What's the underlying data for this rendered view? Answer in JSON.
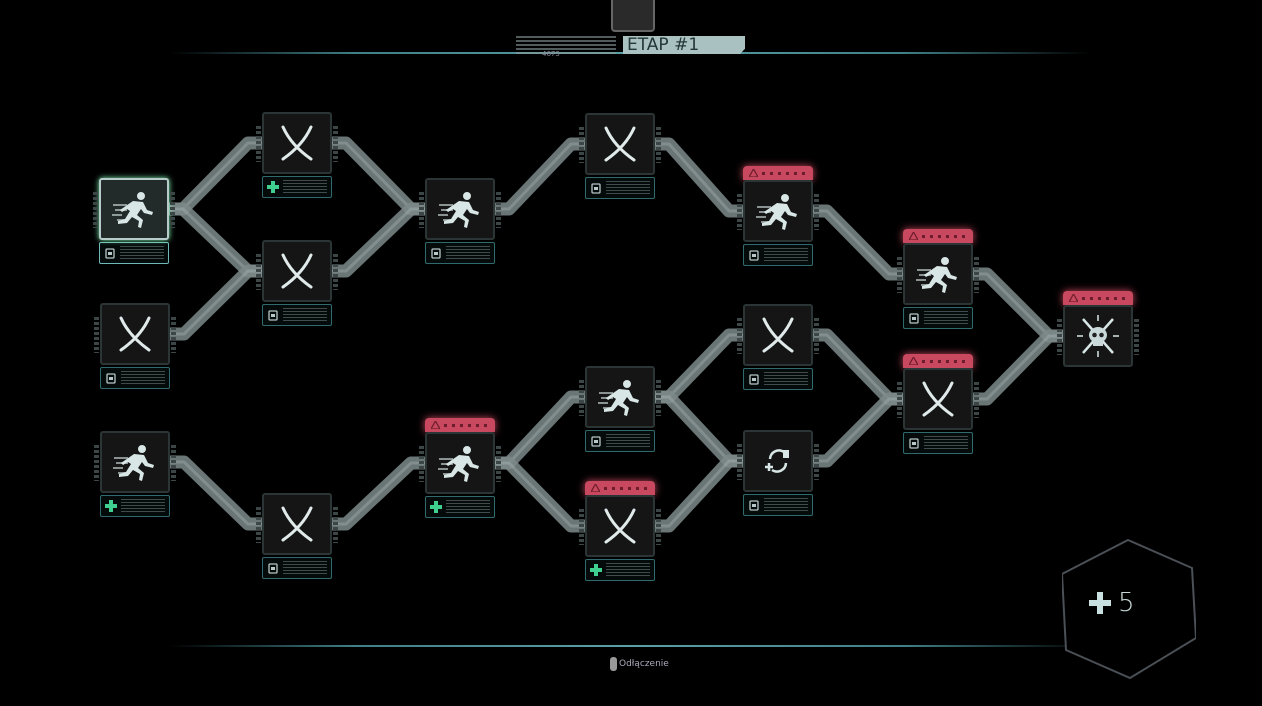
{
  "header": {
    "stage_label": "ETAP #1",
    "counter": "4673"
  },
  "footer": {
    "disconnect_label": "Odłączenie"
  },
  "points": {
    "icon": "plus-icon",
    "value": "5"
  },
  "colors": {
    "danger": "#c8485f",
    "accent": "#5aa1a6",
    "heal": "#3fcf8e"
  },
  "nodes": [
    {
      "id": "n1",
      "type": "run",
      "footer": "lock",
      "warning": false,
      "selected": true
    },
    {
      "id": "n2",
      "type": "swords",
      "footer": "plus",
      "warning": false
    },
    {
      "id": "n3",
      "type": "swords",
      "footer": "lock",
      "warning": false
    },
    {
      "id": "n4",
      "type": "swords",
      "footer": "lock",
      "warning": false
    },
    {
      "id": "n5",
      "type": "run",
      "footer": "plus",
      "warning": false
    },
    {
      "id": "n6",
      "type": "swords",
      "footer": "lock",
      "warning": false
    },
    {
      "id": "n7",
      "type": "run",
      "footer": "lock",
      "warning": false
    },
    {
      "id": "n8",
      "type": "run",
      "footer": "plus",
      "warning": true
    },
    {
      "id": "n9",
      "type": "swords",
      "footer": "lock",
      "warning": false
    },
    {
      "id": "n10",
      "type": "run",
      "footer": "lock",
      "warning": false
    },
    {
      "id": "n11",
      "type": "swords",
      "footer": "plus",
      "warning": true
    },
    {
      "id": "n12",
      "type": "run",
      "footer": "lock",
      "warning": true
    },
    {
      "id": "n13",
      "type": "swords",
      "footer": "lock",
      "warning": false
    },
    {
      "id": "n14",
      "type": "swap",
      "footer": "lock",
      "warning": false
    },
    {
      "id": "n15",
      "type": "run",
      "footer": "lock",
      "warning": true
    },
    {
      "id": "n16",
      "type": "swords",
      "footer": "lock",
      "warning": true
    },
    {
      "id": "n17",
      "type": "skull",
      "footer": "none",
      "warning": true
    }
  ],
  "edges": [
    [
      "n1",
      "n2"
    ],
    [
      "n1",
      "n3"
    ],
    [
      "n4",
      "n3"
    ],
    [
      "n2",
      "n7"
    ],
    [
      "n3",
      "n7"
    ],
    [
      "n7",
      "n9"
    ],
    [
      "n9",
      "n12"
    ],
    [
      "n12",
      "n15"
    ],
    [
      "n15",
      "n17"
    ],
    [
      "n5",
      "n6"
    ],
    [
      "n6",
      "n8"
    ],
    [
      "n8",
      "n10"
    ],
    [
      "n8",
      "n11"
    ],
    [
      "n10",
      "n13"
    ],
    [
      "n10",
      "n14"
    ],
    [
      "n11",
      "n14"
    ],
    [
      "n13",
      "n16"
    ],
    [
      "n14",
      "n16"
    ],
    [
      "n16",
      "n17"
    ]
  ]
}
